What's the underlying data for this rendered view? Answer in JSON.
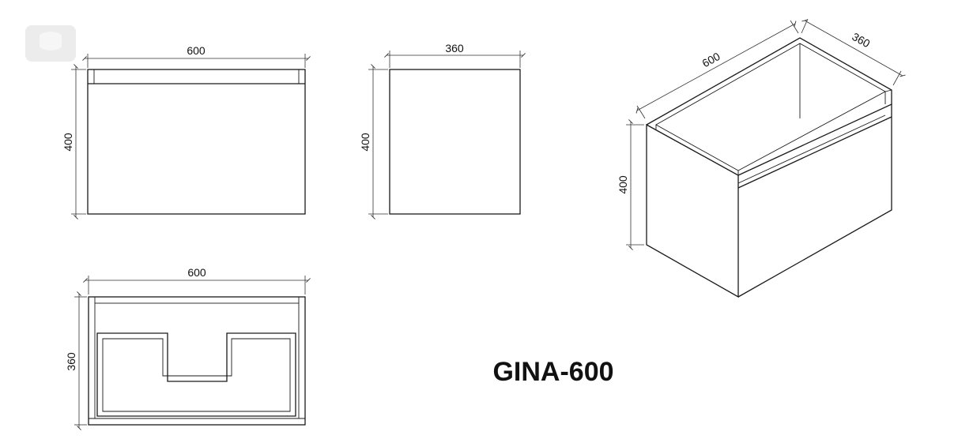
{
  "model_name": "GINA-600",
  "views": {
    "front": {
      "width_label": "600",
      "height_label": "400"
    },
    "side": {
      "depth_label": "360",
      "height_label": "400"
    },
    "top": {
      "width_label": "600",
      "depth_label": "360"
    },
    "isometric": {
      "width_label": "600",
      "depth_label": "360",
      "height_label": "400"
    }
  },
  "watermark_icon": "brand-logo-icon"
}
